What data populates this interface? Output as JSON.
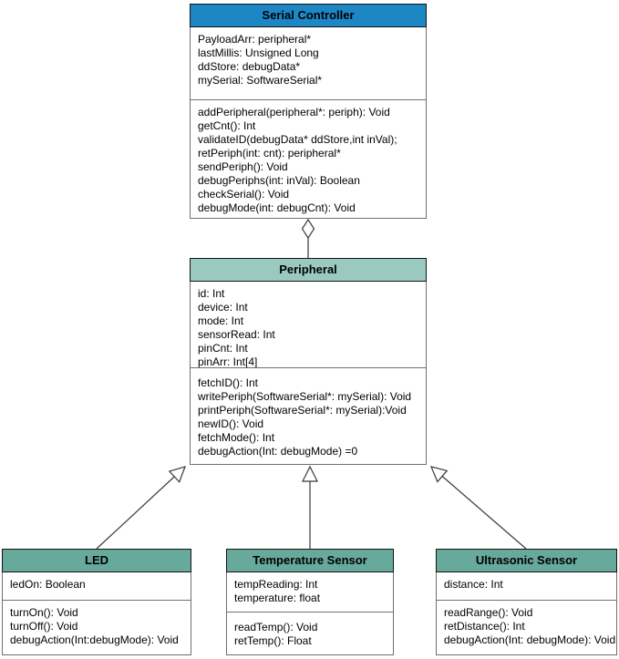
{
  "colors": {
    "controller_header": "#1d87c6",
    "peripheral_header": "#9ac9c0",
    "subclass_header": "#67a99b",
    "connector": "#3a3a3a"
  },
  "classes": {
    "serial_controller": {
      "title": "Serial Controller",
      "attributes": [
        "PayloadArr: peripheral*",
        "lastMillis: Unsigned Long",
        "ddStore: debugData*",
        "mySerial: SoftwareSerial*"
      ],
      "methods": [
        "addPeripheral(peripheral*: periph): Void",
        "getCnt(): Int",
        "validateID(debugData* ddStore,int inVal);",
        "retPeriph(int: cnt): peripheral*",
        "sendPeriph(): Void",
        "debugPeriphs(int: inVal): Boolean",
        "checkSerial(): Void",
        "debugMode(int: debugCnt): Void"
      ]
    },
    "peripheral": {
      "title": "Peripheral",
      "attributes": [
        "id: Int",
        "device: Int",
        "mode: Int",
        "sensorRead: Int",
        "pinCnt: Int",
        "pinArr: Int[4]"
      ],
      "methods": [
        "fetchID(): Int",
        "writePeriph(SoftwareSerial*: mySerial): Void",
        "printPeriph(SoftwareSerial*: mySerial):Void",
        "newID(): Void",
        "fetchMode(): Int",
        "debugAction(Int: debugMode) =0"
      ]
    },
    "led": {
      "title": "LED",
      "attributes": [
        "ledOn: Boolean"
      ],
      "methods": [
        "turnOn(): Void",
        "turnOff(): Void",
        "debugAction(Int:debugMode): Void"
      ]
    },
    "temperature_sensor": {
      "title": "Temperature Sensor",
      "attributes": [
        "tempReading: Int",
        "temperature: float"
      ],
      "methods": [
        "readTemp(): Void",
        "retTemp(): Float"
      ]
    },
    "ultrasonic_sensor": {
      "title": "Ultrasonic Sensor",
      "attributes": [
        "distance: Int"
      ],
      "methods": [
        "readRange(): Void",
        "retDistance(): Int",
        "debugAction(Int: debugMode): Void"
      ]
    }
  },
  "relations": [
    {
      "type": "aggregation",
      "child": "Peripheral",
      "parent": "Serial Controller"
    },
    {
      "type": "inheritance",
      "child": "LED",
      "parent": "Peripheral"
    },
    {
      "type": "inheritance",
      "child": "Temperature Sensor",
      "parent": "Peripheral"
    },
    {
      "type": "inheritance",
      "child": "Ultrasonic Sensor",
      "parent": "Peripheral"
    }
  ]
}
